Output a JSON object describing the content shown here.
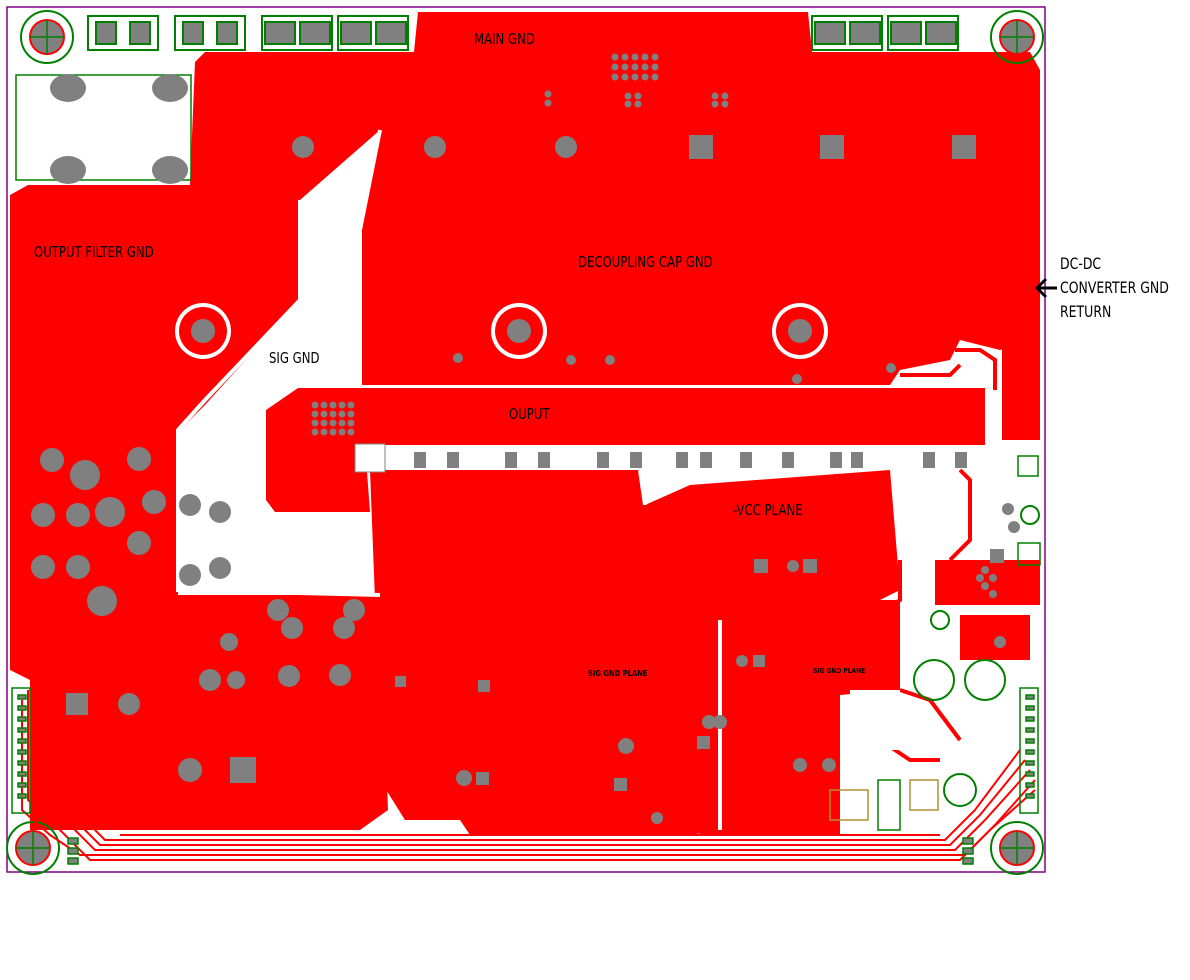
{
  "labels": {
    "main_gnd": "MAIN GND",
    "output_filter_gnd": "OUTPUT FILTER GND",
    "decoupling_cap_gnd": "DECOUPLING CAP GND",
    "sig_gnd": "SIG GND",
    "ouput": "OUPUT",
    "vcc_plane": "-VCC PLANE",
    "sig_gnd_plane_1": "SIG GND PLANE",
    "sig_gnd_plane_2": "SIG GND PLANE"
  },
  "annotation": {
    "line1": "DC-DC",
    "line2": "CONVERTER GND",
    "line3": "RETURN"
  },
  "colors": {
    "copper": "#ff0000",
    "pad": "#808080",
    "silkscreen": "#008000",
    "outline": "#800080",
    "background": "#ffffff"
  }
}
